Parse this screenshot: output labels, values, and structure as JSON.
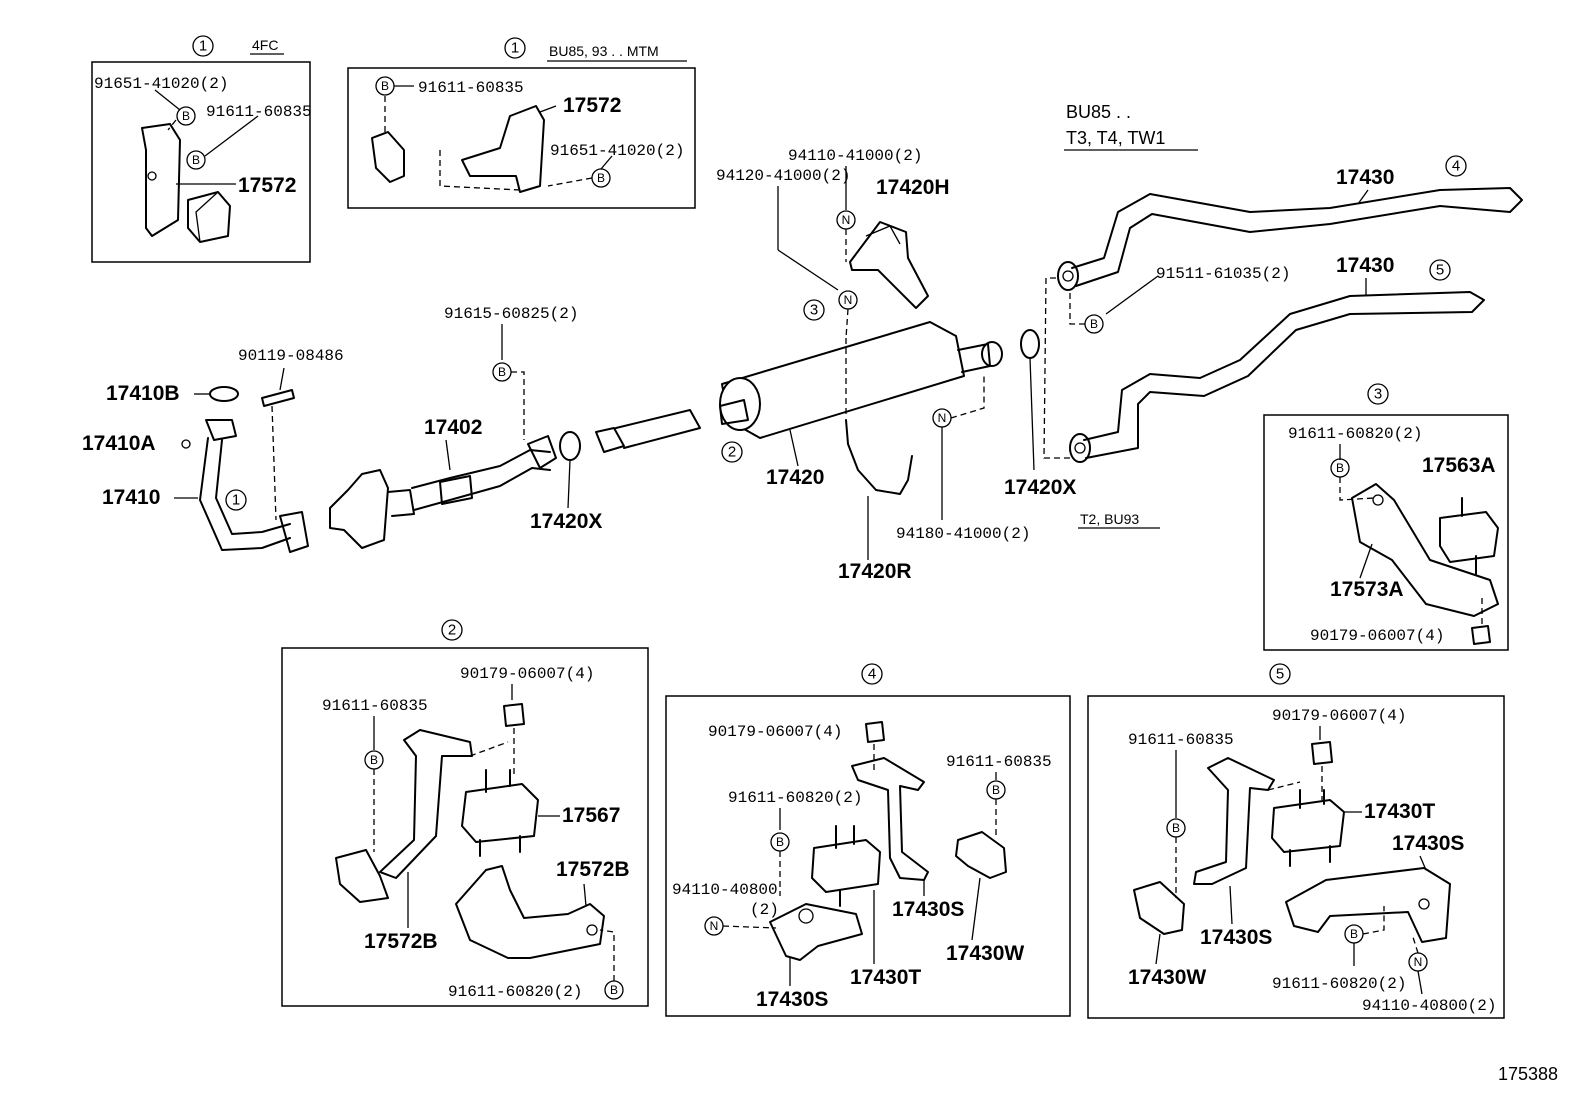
{
  "figure_id": "175388",
  "symbols": {
    "bolt": "B",
    "nut": "N"
  },
  "callouts": {
    "c1": "1",
    "c2": "2",
    "c3": "3",
    "c4": "4",
    "c5": "5"
  },
  "insets": {
    "i1a": {
      "callout": "1",
      "header": "4FC",
      "labels": [
        "91651-41020(2)",
        "91611-60835",
        "17572"
      ]
    },
    "i1b": {
      "callout": "1",
      "header": "BU85, 93 . . MTM",
      "labels": [
        "91611-60835",
        "17572",
        "91651-41020(2)"
      ]
    },
    "i2": {
      "callout": "2",
      "labels": [
        "90179-06007(4)",
        "91611-60835",
        "17567",
        "17572B",
        "17572B",
        "91611-60820(2)"
      ]
    },
    "i3": {
      "callout": "3",
      "labels": [
        "91611-60820(2)",
        "17563A",
        "17573A",
        "90179-06007(4)"
      ]
    },
    "i4": {
      "callout": "4",
      "labels": [
        "90179-06007(4)",
        "91611-60835",
        "91611-60820(2)",
        "94110-40800",
        "(2)",
        "17430S",
        "17430W",
        "17430T",
        "17430S"
      ]
    },
    "i5": {
      "callout": "5",
      "labels": [
        "91611-60835",
        "90179-06007(4)",
        "17430T",
        "17430S",
        "17430S",
        "17430W",
        "91611-60820(2)",
        "94110-40800(2)"
      ]
    }
  },
  "main": {
    "variant_top": [
      "BU85 . .",
      "T3, T4, TW1"
    ],
    "variant_bottom": "T2, BU93",
    "labels": {
      "p17410B": "17410B",
      "p17410A": "17410A",
      "p17410": "17410",
      "p90119": "90119-08486",
      "p91615": "91615-60825(2)",
      "p17402": "17402",
      "p17420X_a": "17420X",
      "p94120": "94120-41000(2)",
      "p94110_41": "94110-41000(2)",
      "p17420H": "17420H",
      "p17420": "17420",
      "p17420R": "17420R",
      "p94180": "94180-41000(2)",
      "p17420X_b": "17420X",
      "p17430_a": "17430",
      "p17430_b": "17430",
      "p91511": "91511-61035(2)"
    }
  }
}
